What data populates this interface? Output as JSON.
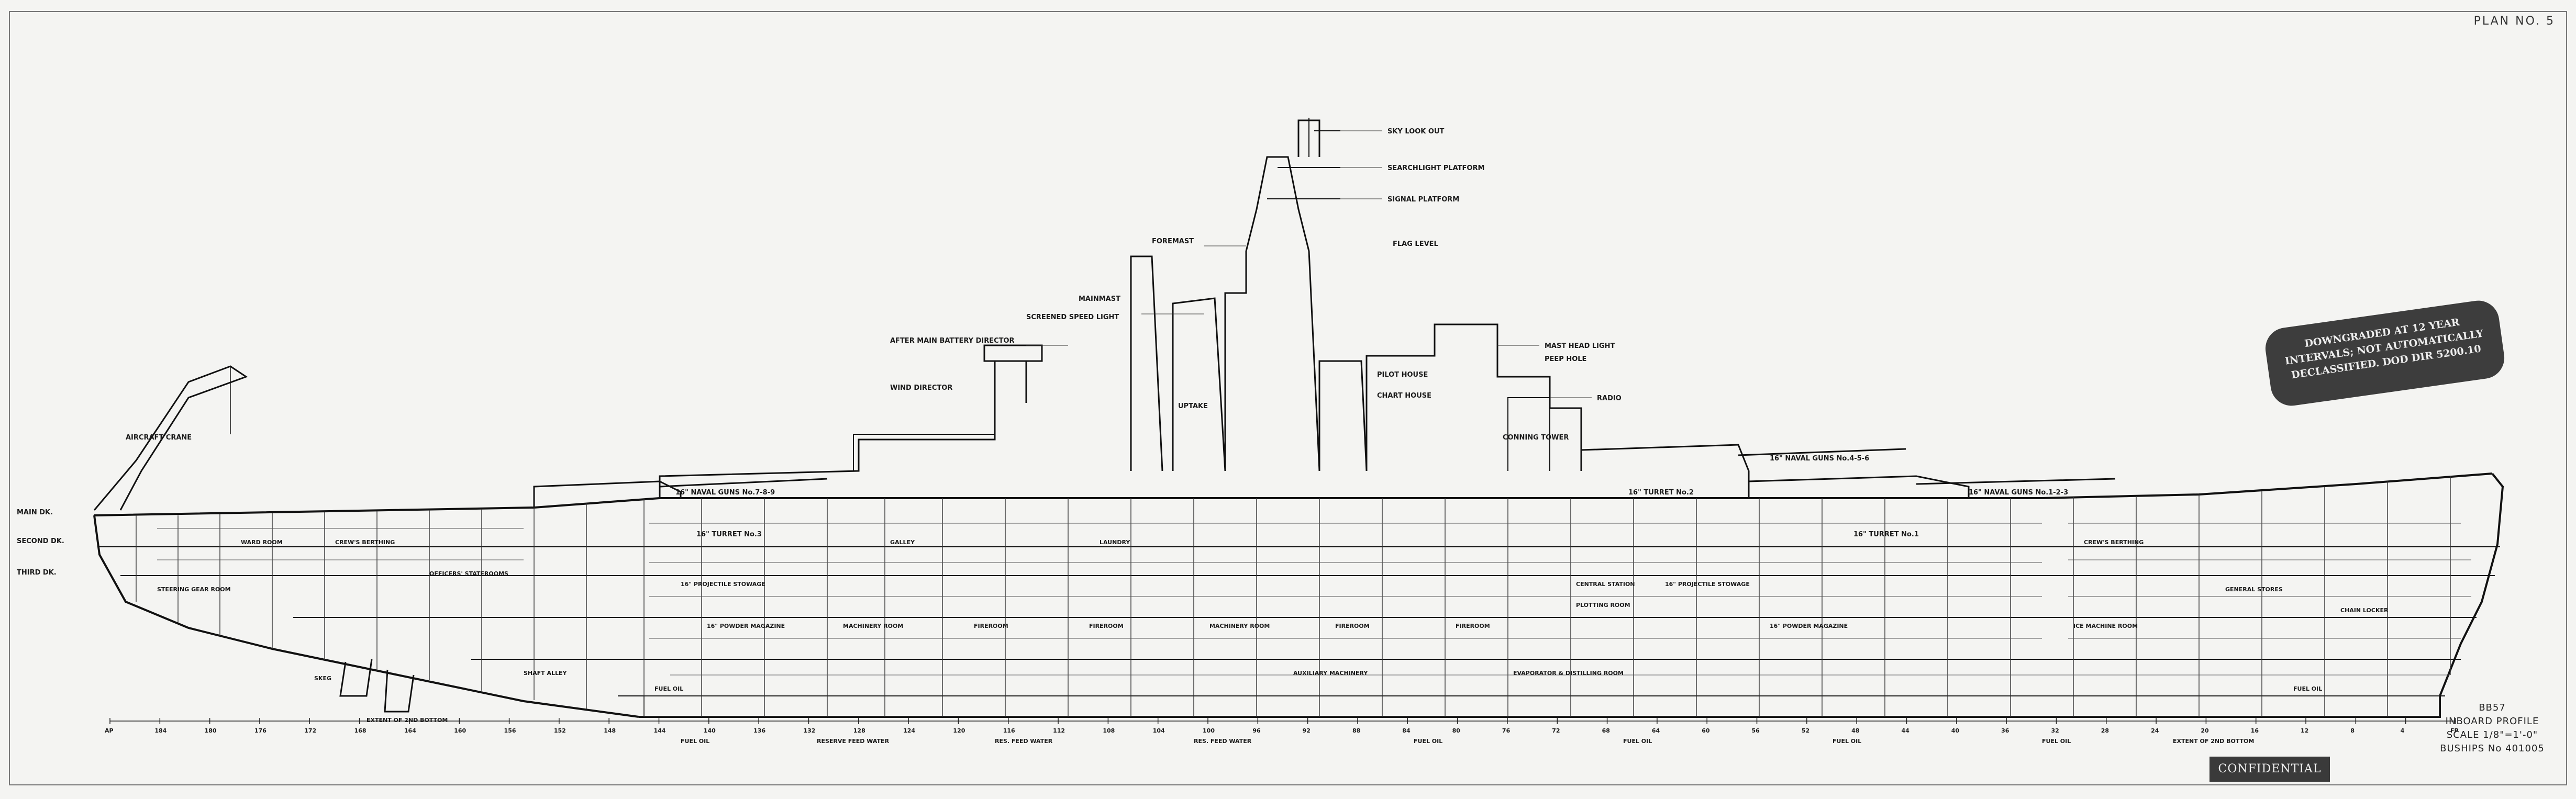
{
  "sheet": {
    "plan_number": "PLAN NO. 5",
    "stamp_lines": [
      "DOWNGRADED AT 12 YEAR",
      "INTERVALS; NOT AUTOMATICALLY",
      "DECLASSIFIED. DOD DIR 5200.10"
    ],
    "classification": "CONFIDENTIAL",
    "title_lines": [
      "BB57",
      "INBOARD PROFILE",
      "SCALE 1/8\"=1'-0\"",
      "BUSHIPS No 401005"
    ]
  },
  "deck_labels": {
    "main": "MAIN DK.",
    "second": "SECOND DK.",
    "third": "THIRD DK."
  },
  "superstructure_labels": {
    "foremast": "FOREMAST",
    "mainmast": "MAINMAST",
    "wind_dir": "WIND DIRECTOR",
    "after_director": "AFTER MAIN BATTERY DIRECTOR",
    "screened_light": "SCREENED SPEED LIGHT",
    "searchlight_platform": "SEARCHLIGHT PLATFORM",
    "sky_lookout": "SKY LOOK OUT",
    "flag_level": "FLAG LEVEL",
    "signal_platform": "SIGNAL PLATFORM",
    "crane": "AIRCRAFT CRANE",
    "turret3": "16\" TURRET No.3",
    "turret2": "16\" TURRET No.2",
    "turret1": "16\" TURRET No.1",
    "guns_aft": "16\" NAVAL GUNS No.7-8-9",
    "guns_fwd": "16\" NAVAL GUNS No.4-5-6",
    "guns_fwd2": "16\" NAVAL GUNS No.1-2-3",
    "uptake": "UPTAKE",
    "conning_tower": "CONNING TOWER",
    "pilot_house": "PILOT HOUSE",
    "chart_house": "CHART HOUSE",
    "radio": "RADIO",
    "mast_head_light": "MAST HEAD LIGHT",
    "peep_hole": "PEEP HOLE"
  },
  "compartment_labels": {
    "steering": "STEERING GEAR ROOM",
    "crew_aft": "CREW'S BERTHING",
    "crew_fwd": "CREW'S BERTHING",
    "officers": "OFFICERS' STATEROOMS",
    "wardroom": "WARD ROOM",
    "machinery1": "MACHINERY ROOM",
    "machinery2": "MACHINERY ROOM",
    "boiler1": "FIREROOM",
    "boiler2": "FIREROOM",
    "boiler3": "FIREROOM",
    "boiler4": "FIREROOM",
    "magazine_aft": "16\" POWDER MAGAZINE",
    "magazine_fwd": "16\" POWDER MAGAZINE",
    "projectile_aft": "16\" PROJECTILE STOWAGE",
    "projectile_fwd": "16\" PROJECTILE STOWAGE",
    "evaporator": "EVAPORATOR & DISTILLING ROOM",
    "galley": "GALLEY",
    "laundry": "LAUNDRY",
    "store_fwd": "GENERAL STORES",
    "chain_locker": "CHAIN LOCKER",
    "ice_machine": "ICE MACHINE ROOM",
    "auxiliary": "AUXILIARY MACHINERY",
    "fuel_oil_aft": "FUEL OIL",
    "fuel_oil_fwd": "FUEL OIL",
    "central_station": "CENTRAL STATION",
    "plotting_room": "PLOTTING ROOM",
    "shaft_alley": "SHAFT ALLEY",
    "skeg": "SKEG"
  },
  "tank_labels": {
    "t1": "FUEL OIL",
    "t2": "RESERVE FEED WATER",
    "t3": "RES. FEED WATER",
    "t4": "RES. FEED WATER",
    "t5": "FUEL OIL",
    "t6": "FUEL OIL",
    "t7": "FUEL OIL",
    "t8": "FUEL OIL",
    "extent_aft": "EXTENT OF 2ND BOTTOM",
    "extent_fwd": "EXTENT OF 2ND BOTTOM"
  },
  "frames": [
    "AP",
    "184",
    "180",
    "176",
    "172",
    "168",
    "164",
    "160",
    "156",
    "152",
    "148",
    "144",
    "140",
    "136",
    "132",
    "128",
    "124",
    "120",
    "116",
    "112",
    "108",
    "104",
    "100",
    "96",
    "92",
    "88",
    "84",
    "80",
    "76",
    "72",
    "68",
    "64",
    "60",
    "56",
    "52",
    "48",
    "44",
    "40",
    "36",
    "32",
    "28",
    "24",
    "20",
    "16",
    "12",
    "8",
    "4",
    "FP"
  ]
}
